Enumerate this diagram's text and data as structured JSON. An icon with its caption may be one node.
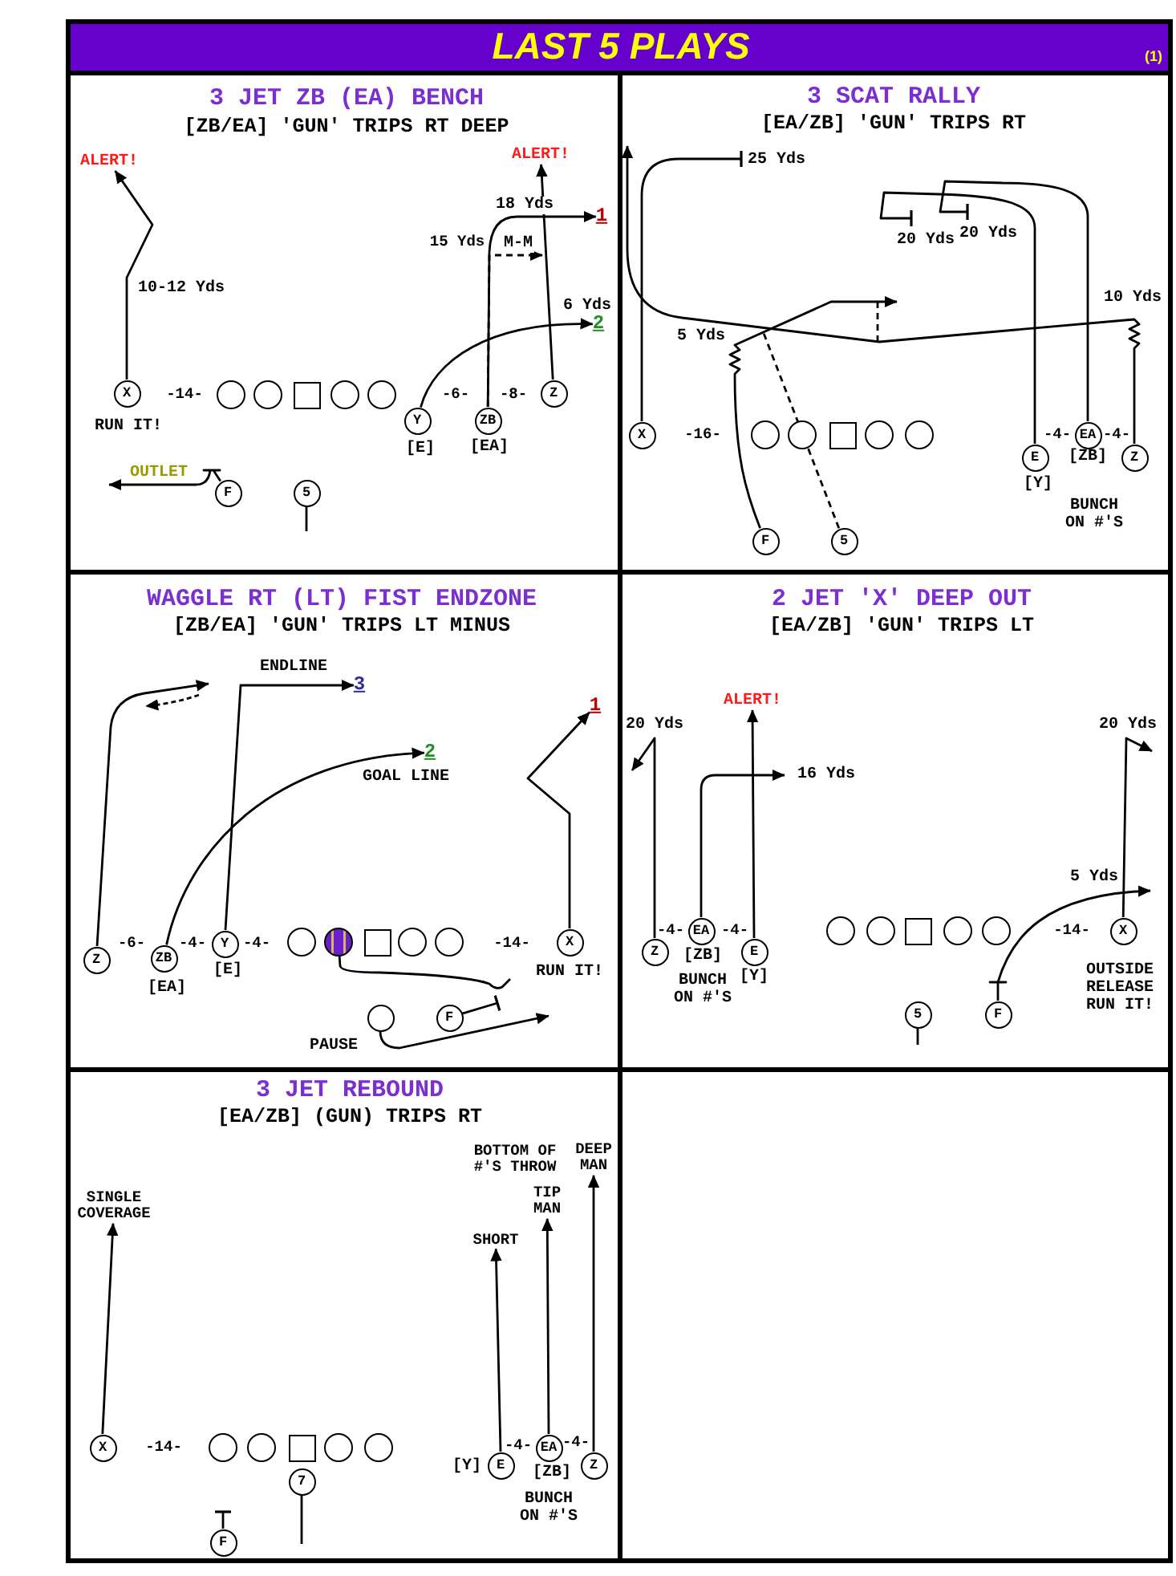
{
  "diagram": {
    "title": "LAST 5 PLAYS",
    "nodes": [
      {
        "text": [
          "3 JET ZB (EA) BENCH",
          "[ZB/EA] 'GUN' TRIPS RT DEEP"
        ]
      },
      {
        "text": [
          "ALERT!"
        ],
        "in": 0
      },
      {
        "text": [
          "ALERT!"
        ],
        "in": 0
      },
      {
        "text": [
          "1"
        ],
        "in": 0
      },
      {
        "text": [
          "2"
        ],
        "in": 0
      },
      {
        "text": [
          "X"
        ],
        "beside": [
          "RUN IT!"
        ],
        "in": 0
      },
      {
        "text": [],
        "shape": "circle",
        "in": 0
      },
      {
        "text": [],
        "shape": "circle",
        "in": 0
      },
      {
        "text": [],
        "shape": "box",
        "in": 0
      },
      {
        "text": [],
        "shape": "circle",
        "in": 0
      },
      {
        "text": [],
        "shape": "circle",
        "in": 0
      },
      {
        "text": [
          "Y"
        ],
        "beside": [
          "[E]"
        ],
        "in": 0
      },
      {
        "text": [
          "ZB"
        ],
        "beside": [
          "[EA]"
        ],
        "in": 0
      },
      {
        "text": [
          "Z"
        ],
        "in": 0
      },
      {
        "text": [
          "F"
        ],
        "in": 0
      },
      {
        "text": [
          "5"
        ],
        "in": 0
      },
      {
        "text": [
          "3 SCAT RALLY",
          "[EA/ZB] 'GUN' TRIPS RT"
        ]
      },
      {
        "text": [
          "X"
        ],
        "in": 16
      },
      {
        "text": [],
        "shape": "circle",
        "in": 16
      },
      {
        "text": [],
        "shape": "circle",
        "in": 16
      },
      {
        "text": [],
        "shape": "box",
        "in": 16
      },
      {
        "text": [],
        "shape": "circle",
        "in": 16
      },
      {
        "text": [],
        "shape": "circle",
        "in": 16
      },
      {
        "text": [
          "E"
        ],
        "beside": [
          "[Y]"
        ],
        "in": 16
      },
      {
        "text": [
          "EA"
        ],
        "beside": [
          "[ZB]"
        ],
        "in": 16
      },
      {
        "text": [
          "Z"
        ],
        "in": 16
      },
      {
        "text": [
          "F"
        ],
        "in": 16
      },
      {
        "text": [
          "5"
        ],
        "in": 16
      },
      {
        "text": [
          "WAGGLE RT (LT) FIST ENDZONE",
          "[ZB/EA] 'GUN' TRIPS LT MINUS"
        ]
      },
      {
        "text": [
          "3"
        ],
        "in": 28
      },
      {
        "text": [
          "1"
        ],
        "in": 28
      },
      {
        "text": [
          "2"
        ],
        "beside": [
          "GOAL LINE"
        ],
        "in": 28
      },
      {
        "text": [
          "Z"
        ],
        "in": 28
      },
      {
        "text": [
          "ZB"
        ],
        "beside": [
          "[EA]"
        ],
        "in": 28
      },
      {
        "text": [
          "Y"
        ],
        "beside": [
          "[E]"
        ],
        "in": 28
      },
      {
        "text": [],
        "shape": "circle",
        "in": 28
      },
      {
        "text": [],
        "shape": "circle",
        "in": 28
      },
      {
        "text": [],
        "shape": "box",
        "in": 28
      },
      {
        "text": [],
        "shape": "circle",
        "in": 28
      },
      {
        "text": [],
        "shape": "circle",
        "in": 28
      },
      {
        "text": [
          "X"
        ],
        "in": 28
      },
      {
        "text": [],
        "shape": "circle",
        "in": 28
      },
      {
        "text": [
          "F"
        ],
        "in": 28
      },
      {
        "text": [
          "2 JET 'X' DEEP OUT",
          "[EA/ZB] 'GUN' TRIPS LT"
        ]
      },
      {
        "text": [
          "ALERT!"
        ],
        "in": 43
      },
      {
        "text": [
          "Z"
        ],
        "in": 43
      },
      {
        "text": [
          "EA"
        ],
        "beside": [
          "[ZB]"
        ],
        "in": 43
      },
      {
        "text": [
          "E"
        ],
        "beside": [
          "[Y]"
        ],
        "in": 43
      },
      {
        "text": [],
        "shape": "circle",
        "in": 43
      },
      {
        "text": [],
        "shape": "circle",
        "in": 43
      },
      {
        "text": [],
        "shape": "box",
        "in": 43
      },
      {
        "text": [],
        "shape": "circle",
        "in": 43
      },
      {
        "text": [],
        "shape": "circle",
        "in": 43
      },
      {
        "text": [
          "X"
        ],
        "beside": [
          "OUTSIDE RELEASE RUN IT!"
        ],
        "in": 43
      },
      {
        "text": [
          "5"
        ],
        "in": 43
      },
      {
        "text": [
          "F"
        ],
        "in": 43
      },
      {
        "text": [
          "3 JET REBOUND",
          "[EA/ZB] (GUN) TRIPS RT"
        ]
      },
      {
        "text": [
          "DEEP MAN"
        ],
        "in": 56
      },
      {
        "text": [
          "SINGLE COVERAGE"
        ],
        "in": 56
      },
      {
        "text": [
          "TIP MAN"
        ],
        "in": 56
      },
      {
        "text": [
          "SHORT"
        ],
        "in": 56
      },
      {
        "text": [
          "X"
        ],
        "in": 56
      },
      {
        "text": [],
        "shape": "circle",
        "in": 56
      },
      {
        "text": [],
        "shape": "circle",
        "in": 56
      },
      {
        "text": [],
        "shape": "box",
        "in": 56
      },
      {
        "text": [],
        "shape": "circle",
        "in": 56
      },
      {
        "text": [],
        "shape": "circle",
        "in": 56
      },
      {
        "text": [
          "E"
        ],
        "beside": [
          "[Y]"
        ],
        "in": 56
      },
      {
        "text": [
          "EA"
        ],
        "beside": [
          "[ZB]"
        ],
        "in": 56
      },
      {
        "text": [
          "Z"
        ],
        "in": 56
      },
      {
        "text": [
          "7"
        ],
        "in": 56
      },
      {
        "text": [
          "F"
        ],
        "in": 56
      }
    ],
    "edges": [
      {
        "from": 5,
        "to": 1,
        "arrow": "to",
        "label": "10-12 Yds"
      },
      {
        "from": 12,
        "to": 3,
        "arrow": "to",
        "label": "18 Yds"
      },
      {
        "from": 12,
        "to": null,
        "arrow": "to",
        "style": "dashed",
        "label": "M-M"
      },
      {
        "from": 11,
        "to": 4,
        "arrow": "to",
        "label": "6 Yds"
      },
      {
        "from": 13,
        "to": 2,
        "arrow": "to"
      },
      {
        "from": 14,
        "to": null,
        "arrow": "to",
        "label": "OUTLET"
      },
      {
        "from": 15,
        "to": null,
        "arrow": "none"
      },
      {
        "from": 17,
        "to": null,
        "arrow": "other",
        "label": "25 Yds"
      },
      {
        "from": 23,
        "to": null,
        "arrow": "other",
        "label": "20 Yds"
      },
      {
        "from": 24,
        "to": null,
        "arrow": "other",
        "label": "20 Yds"
      },
      {
        "from": 25,
        "to": null,
        "arrow": "to",
        "label": "10 Yds"
      },
      {
        "from": 26,
        "to": null,
        "arrow": "to",
        "label": "5 Yds"
      },
      {
        "from": 27,
        "to": null,
        "arrow": "none",
        "style": "dashed"
      },
      {
        "from": 32,
        "to": null,
        "arrow": "to"
      },
      {
        "from": 33,
        "to": 31,
        "arrow": "to"
      },
      {
        "from": 34,
        "to": 29,
        "arrow": "to",
        "label": "ENDLINE"
      },
      {
        "from": 36,
        "to": null,
        "arrow": "none"
      },
      {
        "from": 40,
        "to": 30,
        "arrow": "to"
      },
      {
        "from": 41,
        "to": null,
        "arrow": "to",
        "label": "PAUSE"
      },
      {
        "from": 42,
        "to": null,
        "arrow": "other"
      },
      {
        "from": 45,
        "to": null,
        "arrow": "to",
        "label": "20 Yds"
      },
      {
        "from": 46,
        "to": null,
        "arrow": "to",
        "label": "16 Yds"
      },
      {
        "from": 47,
        "to": 44,
        "arrow": "to"
      },
      {
        "from": 53,
        "to": null,
        "arrow": "to",
        "label": "20 Yds"
      },
      {
        "from": 55,
        "to": null,
        "arrow": "to",
        "label": "5 Yds"
      },
      {
        "from": 54,
        "to": null,
        "arrow": "none"
      },
      {
        "from": 61,
        "to": 58,
        "arrow": "to"
      },
      {
        "from": 67,
        "to": 60,
        "arrow": "to"
      },
      {
        "from": 68,
        "to": 59,
        "arrow": "to"
      },
      {
        "from": 69,
        "to": 57,
        "arrow": "to"
      },
      {
        "from": 70,
        "to": null,
        "arrow": "none"
      },
      {
        "from": 71,
        "to": null,
        "arrow": "other"
      }
    ],
    "labels": [
      "(1)",
      "15 Yds",
      "-14-",
      "-6-",
      "-8-",
      "-16-",
      "-4-",
      "-4-",
      "BUNCH ON #'S",
      "-6-",
      "-4-",
      "-4-",
      "-14-",
      "RUN IT!",
      "-4-",
      "-4-",
      "-14-",
      "BUNCH ON #'S",
      "BOTTOM OF #'S THROW",
      "-14-",
      "-4-",
      "-4-",
      "BUNCH ON #'S"
    ]
  }
}
